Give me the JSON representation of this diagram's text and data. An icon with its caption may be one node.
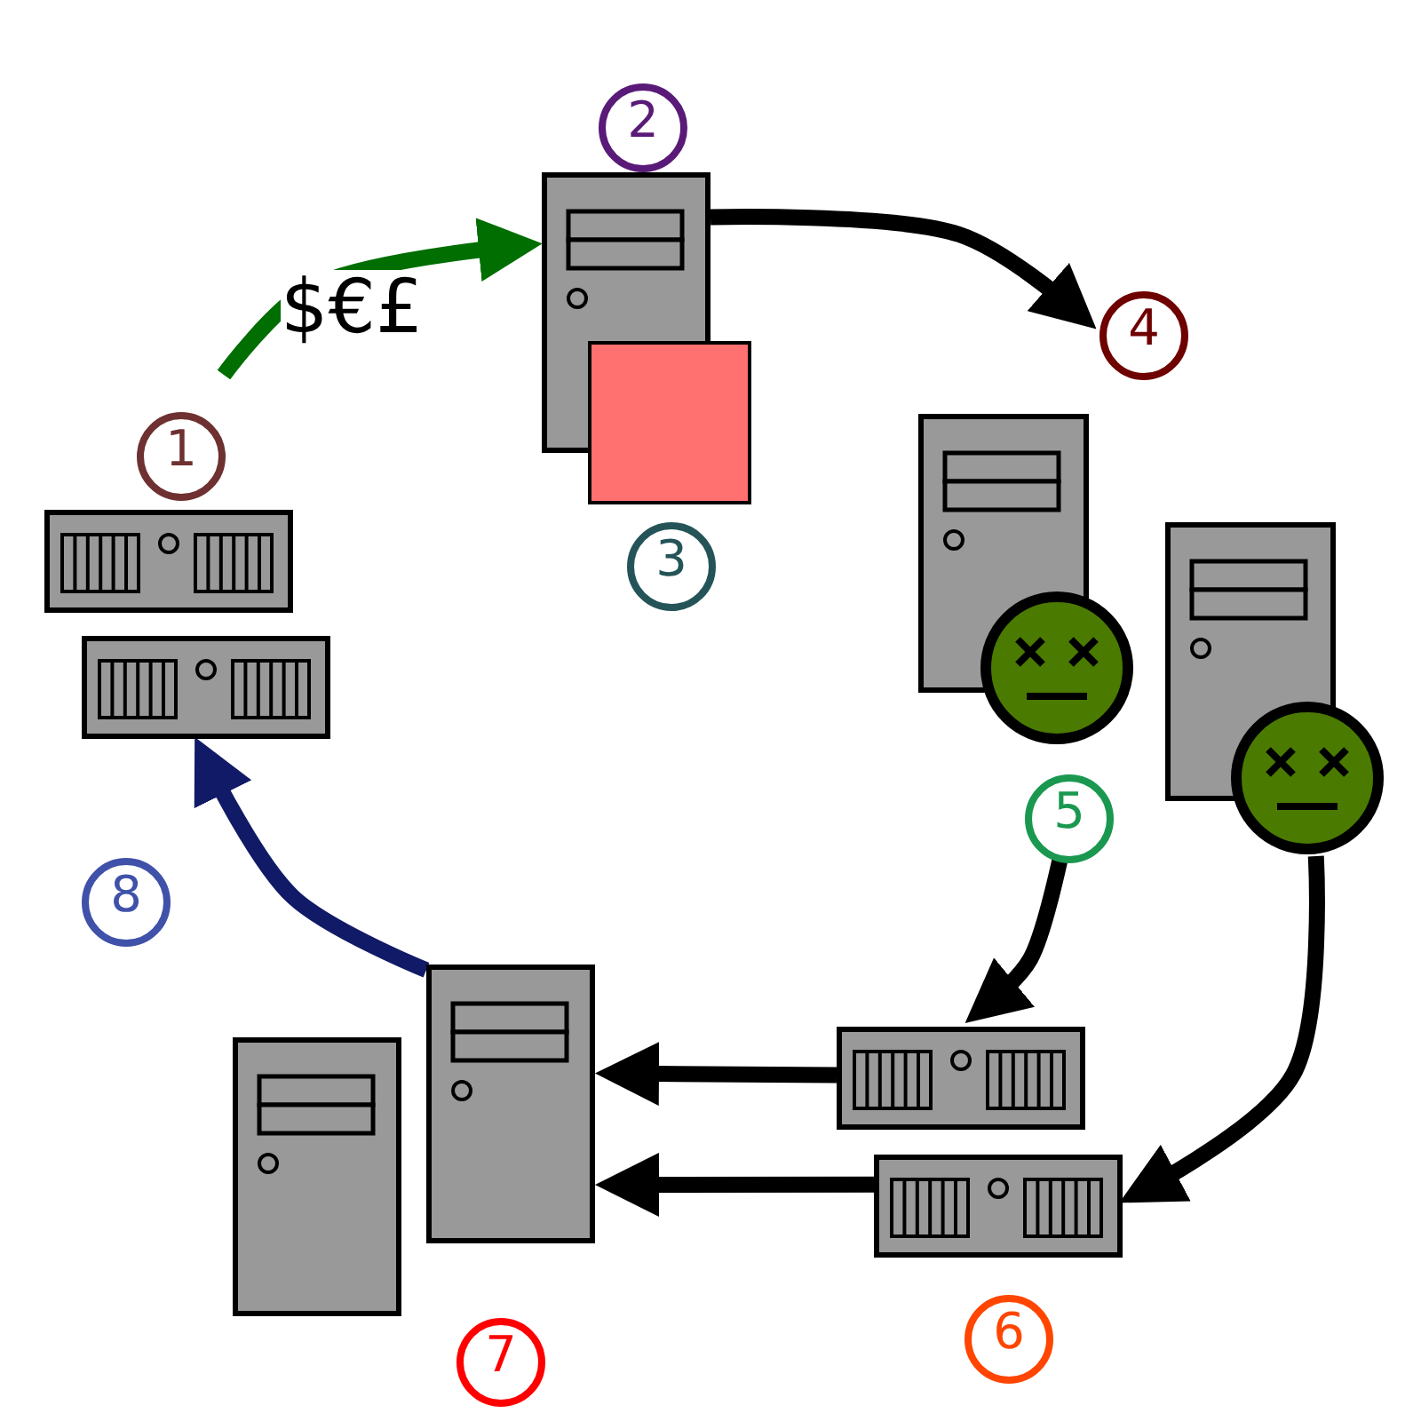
{
  "diagram": {
    "nodes": [
      {
        "text": [],
        "shape": "picture"
      },
      {
        "text": [],
        "shape": "picture"
      },
      {
        "text": [],
        "shape": "picture"
      },
      {
        "text": [],
        "shape": "picture"
      },
      {
        "text": [],
        "shape": "picture"
      },
      {
        "text": [],
        "shape": "picture"
      },
      {
        "text": [],
        "shape": "picture"
      },
      {
        "text": [],
        "shape": "picture"
      },
      {
        "text": [],
        "shape": "picture"
      },
      {
        "text": [
          "2"
        ]
      },
      {
        "text": [
          "4"
        ]
      },
      {
        "text": [
          "1"
        ]
      },
      {
        "text": [
          "3"
        ]
      },
      {
        "text": [
          "5"
        ]
      },
      {
        "text": [
          "8"
        ]
      },
      {
        "text": [
          "6"
        ]
      },
      {
        "text": [
          "7"
        ]
      },
      {
        "text": [],
        "shape": "box"
      }
    ],
    "edges": [
      {
        "from": null,
        "to": 2,
        "arrow": "to",
        "label": "$€£",
        "color": "#006e00"
      },
      {
        "from": 2,
        "to": 10,
        "arrow": "to"
      },
      {
        "from": 13,
        "to": 5,
        "arrow": "to"
      },
      {
        "from": 4,
        "to": 6,
        "arrow": "to"
      },
      {
        "from": 5,
        "to": 8,
        "arrow": "to"
      },
      {
        "from": 6,
        "to": 8,
        "arrow": "to"
      },
      {
        "from": 8,
        "to": 1,
        "arrow": "to",
        "color": "#111a66"
      }
    ]
  }
}
